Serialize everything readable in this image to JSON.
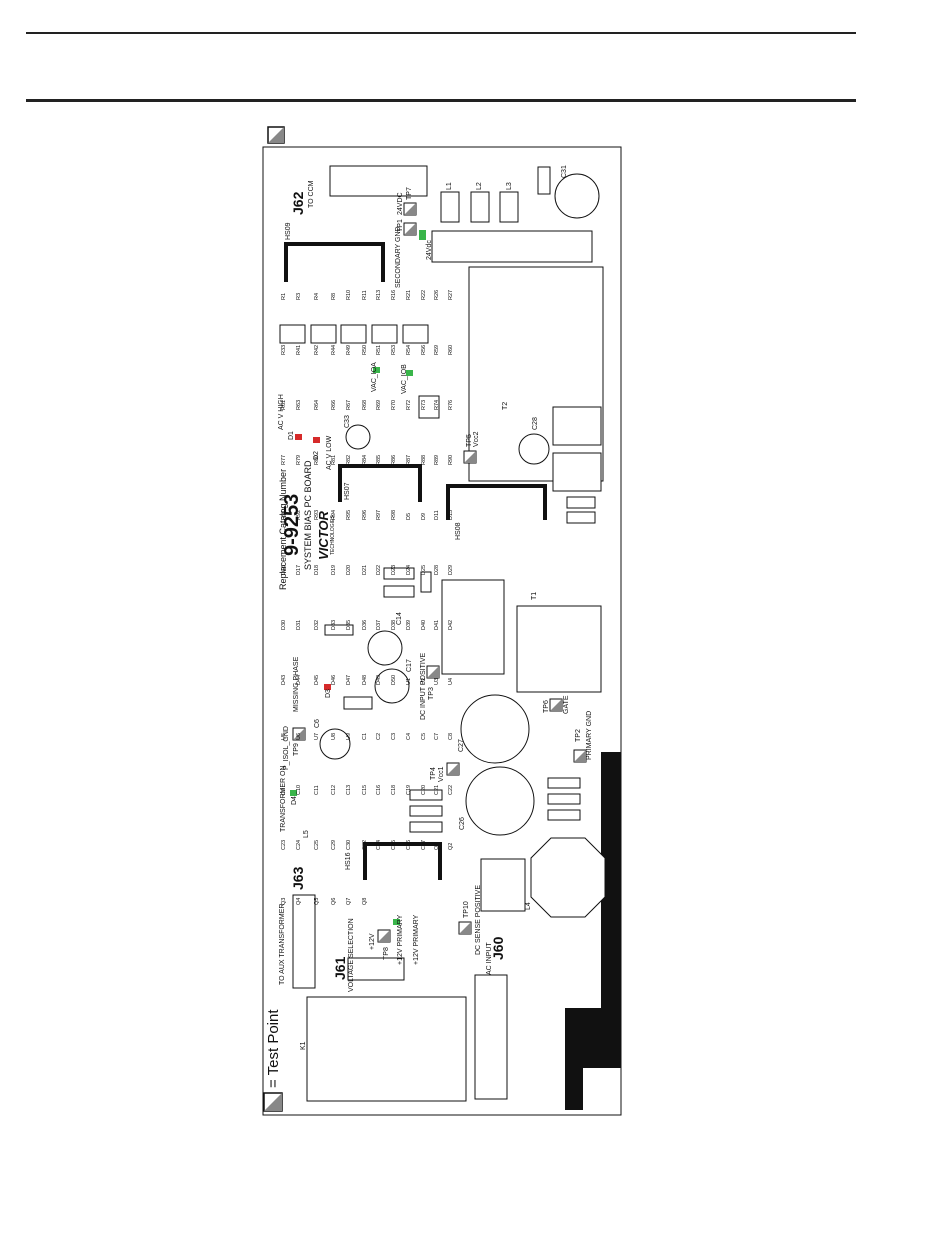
{
  "legend": {
    "text": "= Test Point"
  },
  "board": {
    "catalog": "Replacement Catalog Number",
    "number": "9-9253",
    "name": "SYSTEM BIAS PC BOARD",
    "brand": "VICTOR",
    "brand_sub": "TECHNOLOGIES"
  },
  "connectors": {
    "j62": {
      "id": "J62",
      "desc": "TO CCM"
    },
    "j63": {
      "id": "J63",
      "desc": "TO AUX TRANSFORMER"
    },
    "j61": {
      "id": "J61",
      "desc": "VOLTAGE SELECTION"
    },
    "j60": {
      "id": "J60",
      "desc": "AC INPUT"
    }
  },
  "test_points": [
    {
      "id": "TP1",
      "label": "SECONDARY GND"
    },
    {
      "id": "TP2",
      "label": "PRIMARY GND"
    },
    {
      "id": "TP3",
      "label": "DC INPUT POSITIVE"
    },
    {
      "id": "TP4",
      "label": "Vcc1"
    },
    {
      "id": "TP5",
      "label": "Vcc2"
    },
    {
      "id": "TP6",
      "label": "GATE"
    },
    {
      "id": "TP7",
      "label": "24VDC"
    },
    {
      "id": "TP8",
      "label": "+12V PRIMARY"
    },
    {
      "id": "TP9",
      "label": "P_ISOL_GND"
    },
    {
      "id": "TP10",
      "label": "DC SENSE POSITIVE"
    }
  ],
  "leds": [
    {
      "id": "D1",
      "label": "AC V HIGH"
    },
    {
      "id": "D2",
      "label": "AC V LOW"
    },
    {
      "id": "D3",
      "label": "MISSING PHASE"
    },
    {
      "id": "D4",
      "label": "TRANSFORMER ON"
    }
  ],
  "signal_labels": {
    "vac_ioa": "VAC_IOA",
    "vac_iob": "VAC_IOB",
    "v24dc": "24Vdc",
    "plus12v": "+12V",
    "plus12v_primary": "+12V PRIMARY"
  },
  "heatsinks": [
    "HS09",
    "HS07",
    "HS08",
    "HS16"
  ],
  "components": {
    "transformers": [
      "T1",
      "T2"
    ],
    "inductors": [
      "L1",
      "L2",
      "L3",
      "L4",
      "L5"
    ],
    "relay": "K1",
    "big_caps": [
      "C31",
      "C26",
      "C27",
      "C17",
      "C14",
      "C6",
      "C28",
      "C33"
    ],
    "resistors": [
      "R1",
      "R3",
      "R4",
      "R8",
      "R10",
      "R11",
      "R13",
      "R16",
      "R21",
      "R22",
      "R26",
      "R27",
      "R33",
      "R41",
      "R42",
      "R44",
      "R49",
      "R50",
      "R51",
      "R53",
      "R54",
      "R56",
      "R59",
      "R60",
      "R61",
      "R63",
      "R64",
      "R66",
      "R67",
      "R68",
      "R69",
      "R70",
      "R72",
      "R73",
      "R74",
      "R76",
      "R77",
      "R79",
      "R80",
      "R81",
      "R82",
      "R84",
      "R85",
      "R86",
      "R87",
      "R88",
      "R89",
      "R90",
      "R91",
      "R92",
      "R93",
      "R94",
      "R95",
      "R96",
      "R97",
      "R98"
    ],
    "diodes": [
      "D5",
      "D9",
      "D11",
      "D15",
      "D16",
      "D17",
      "D18",
      "D19",
      "D20",
      "D21",
      "D22",
      "D23",
      "D24",
      "D25",
      "D28",
      "D29",
      "D30",
      "D31",
      "D32",
      "D33",
      "D35",
      "D36",
      "D37",
      "D38",
      "D39",
      "D40",
      "D41",
      "D42",
      "D43",
      "D44",
      "D45",
      "D46",
      "D47",
      "D48",
      "D49",
      "D50"
    ],
    "ics": [
      "U1",
      "U2",
      "U3",
      "U4",
      "U5",
      "U6",
      "U7",
      "U8",
      "U9"
    ],
    "small_caps": [
      "C1",
      "C2",
      "C3",
      "C4",
      "C5",
      "C7",
      "C8",
      "C9",
      "C10",
      "C11",
      "C12",
      "C13",
      "C15",
      "C16",
      "C18",
      "C19",
      "C20",
      "C21",
      "C22",
      "C23",
      "C24",
      "C25",
      "C29",
      "C30",
      "C32",
      "C34",
      "C35",
      "C36",
      "C37"
    ],
    "transistors": [
      "Q1",
      "Q2",
      "Q3",
      "Q4",
      "Q5",
      "Q6",
      "Q7",
      "Q8"
    ]
  },
  "colors": {
    "led_red": "#d62a2a",
    "led_green": "#39b54a",
    "ink": "#111111",
    "copper": "#111111"
  }
}
